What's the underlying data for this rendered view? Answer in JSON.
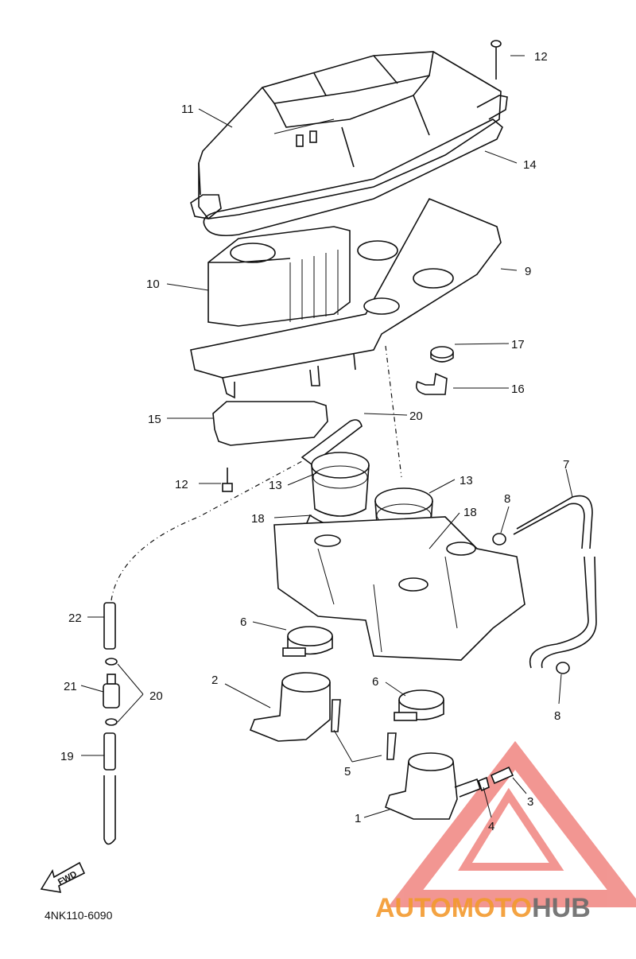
{
  "diagram": {
    "code": "4NK110-6090",
    "fwd_label": "FWD",
    "callouts": [
      {
        "id": "c1",
        "text": "1"
      },
      {
        "id": "c2",
        "text": "2"
      },
      {
        "id": "c3",
        "text": "3"
      },
      {
        "id": "c4",
        "text": "4"
      },
      {
        "id": "c5",
        "text": "5"
      },
      {
        "id": "c6a",
        "text": "6"
      },
      {
        "id": "c6b",
        "text": "6"
      },
      {
        "id": "c7",
        "text": "7"
      },
      {
        "id": "c8a",
        "text": "8"
      },
      {
        "id": "c8b",
        "text": "8"
      },
      {
        "id": "c9",
        "text": "9"
      },
      {
        "id": "c10",
        "text": "10"
      },
      {
        "id": "c11",
        "text": "11"
      },
      {
        "id": "c12a",
        "text": "12"
      },
      {
        "id": "c12b",
        "text": "12"
      },
      {
        "id": "c13a",
        "text": "13"
      },
      {
        "id": "c13b",
        "text": "13"
      },
      {
        "id": "c14",
        "text": "14"
      },
      {
        "id": "c15",
        "text": "15"
      },
      {
        "id": "c16",
        "text": "16"
      },
      {
        "id": "c17",
        "text": "17"
      },
      {
        "id": "c18a",
        "text": "18"
      },
      {
        "id": "c18b",
        "text": "18"
      },
      {
        "id": "c19",
        "text": "19"
      },
      {
        "id": "c20a",
        "text": "20"
      },
      {
        "id": "c20b",
        "text": "20"
      },
      {
        "id": "c21",
        "text": "21"
      },
      {
        "id": "c22",
        "text": "22"
      }
    ]
  },
  "watermark": {
    "part1": "AUTO",
    "part2": "MOTO",
    "part3": "HUB",
    "color_primary": "#f39a2e",
    "color_red": "#e8413a",
    "color_gray": "#6a6a6a"
  }
}
